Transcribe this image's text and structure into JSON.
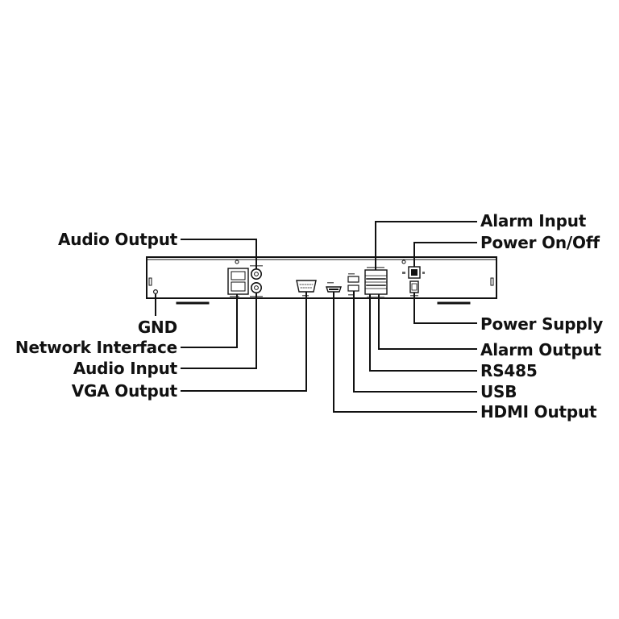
{
  "labels": {
    "audio_output": "Audio Output",
    "gnd": "GND",
    "network_interface": "Network Interface",
    "audio_input": "Audio Input",
    "vga_output": "VGA Output",
    "alarm_input": "Alarm Input",
    "power_on_off": "Power On/Off",
    "power_supply": "Power Supply",
    "alarm_output": "Alarm Output",
    "rs485": "RS485",
    "usb": "USB",
    "hdmi_output": "HDMI Output"
  },
  "colors": {
    "stroke": "#111111",
    "background": "#ffffff"
  }
}
